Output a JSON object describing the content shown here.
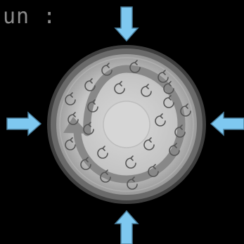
{
  "caption": "un :",
  "colors": {
    "background": "#000000",
    "caption_text": "#8a8a8a",
    "arrow_fill": "#7ec8f0",
    "arrow_outline": "#4a7f9e",
    "disk_outer": "#4a4a4a",
    "disk_mid": "#8e8e8e",
    "disk_face": "#c8c8c8",
    "disk_center": "#d8d8d8",
    "spiral_stroke": "#8a8a8a",
    "eddy_stroke": "#555555"
  },
  "arrows": [
    {
      "name": "top-inward-arrow",
      "direction": "down"
    },
    {
      "name": "bottom-inward-arrow",
      "direction": "up"
    },
    {
      "name": "left-inward-arrow",
      "direction": "right"
    },
    {
      "name": "right-inward-arrow",
      "direction": "left"
    }
  ],
  "icons": {
    "inflow_arrow": "arrow-icon",
    "rotation": "spiral-arrow-icon",
    "eddy": "eddy-icon"
  }
}
